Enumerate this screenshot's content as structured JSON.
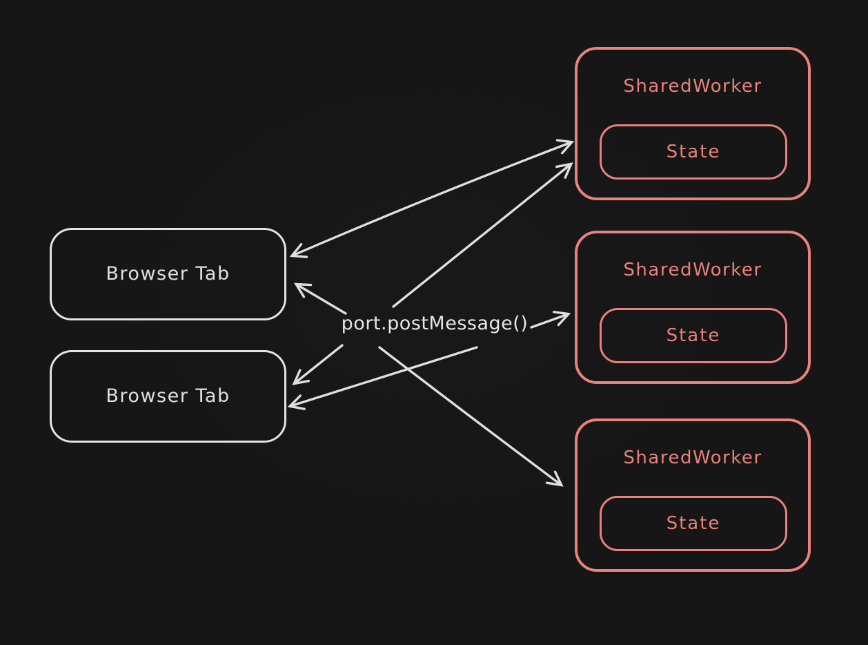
{
  "diagram": {
    "center_label": "port.postMessage()",
    "browser_tabs": [
      {
        "label": "Browser Tab"
      },
      {
        "label": "Browser Tab"
      }
    ],
    "shared_workers": [
      {
        "title": "SharedWorker",
        "state_label": "State"
      },
      {
        "title": "SharedWorker",
        "state_label": "State"
      },
      {
        "title": "SharedWorker",
        "state_label": "State"
      }
    ],
    "colors": {
      "background": "#151515",
      "stroke_light": "#dfdfdf",
      "accent_salmon": "#ea817b"
    }
  }
}
